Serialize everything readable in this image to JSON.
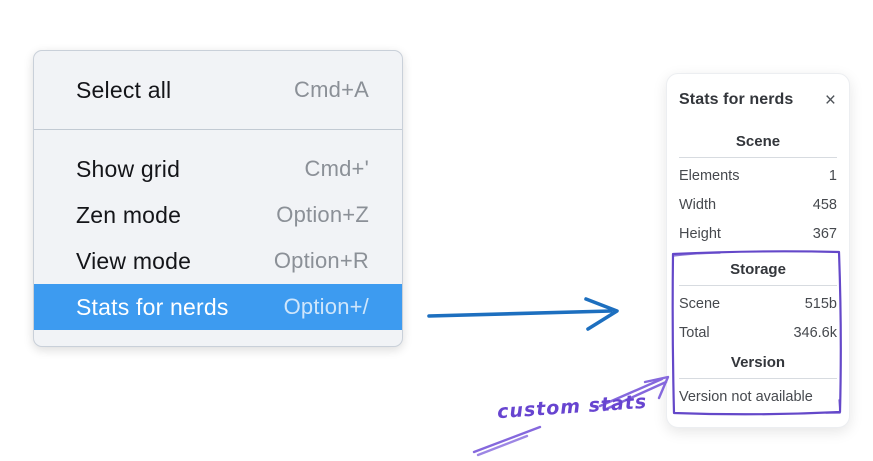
{
  "context_menu": {
    "groups": [
      {
        "items": [
          {
            "label": "Select all",
            "shortcut": "Cmd+A",
            "selected": false
          }
        ]
      },
      {
        "items": [
          {
            "label": "Show grid",
            "shortcut": "Cmd+'",
            "selected": false
          },
          {
            "label": "Zen mode",
            "shortcut": "Option+Z",
            "selected": false
          },
          {
            "label": "View mode",
            "shortcut": "Option+R",
            "selected": false
          },
          {
            "label": "Stats for nerds",
            "shortcut": "Option+/",
            "selected": true
          }
        ]
      }
    ]
  },
  "stats_panel": {
    "title": "Stats for nerds",
    "close_label": "×",
    "sections": [
      {
        "heading": "Scene",
        "rows": [
          {
            "label": "Elements",
            "value": "1"
          },
          {
            "label": "Width",
            "value": "458"
          },
          {
            "label": "Height",
            "value": "367"
          }
        ]
      },
      {
        "heading": "Storage",
        "rows": [
          {
            "label": "Scene",
            "value": "515b"
          },
          {
            "label": "Total",
            "value": "346.6k"
          }
        ]
      },
      {
        "heading": "Version",
        "note": "Version not available"
      }
    ]
  },
  "annotation": {
    "label": "custom stats"
  },
  "colors": {
    "menu_highlight": "#3d9bf0",
    "menu_background": "#f1f3f6",
    "flow_arrow_blue": "#1d6fbf",
    "annotation_purple": "#6744d0",
    "annotation_purple_light": "#8568dd"
  }
}
